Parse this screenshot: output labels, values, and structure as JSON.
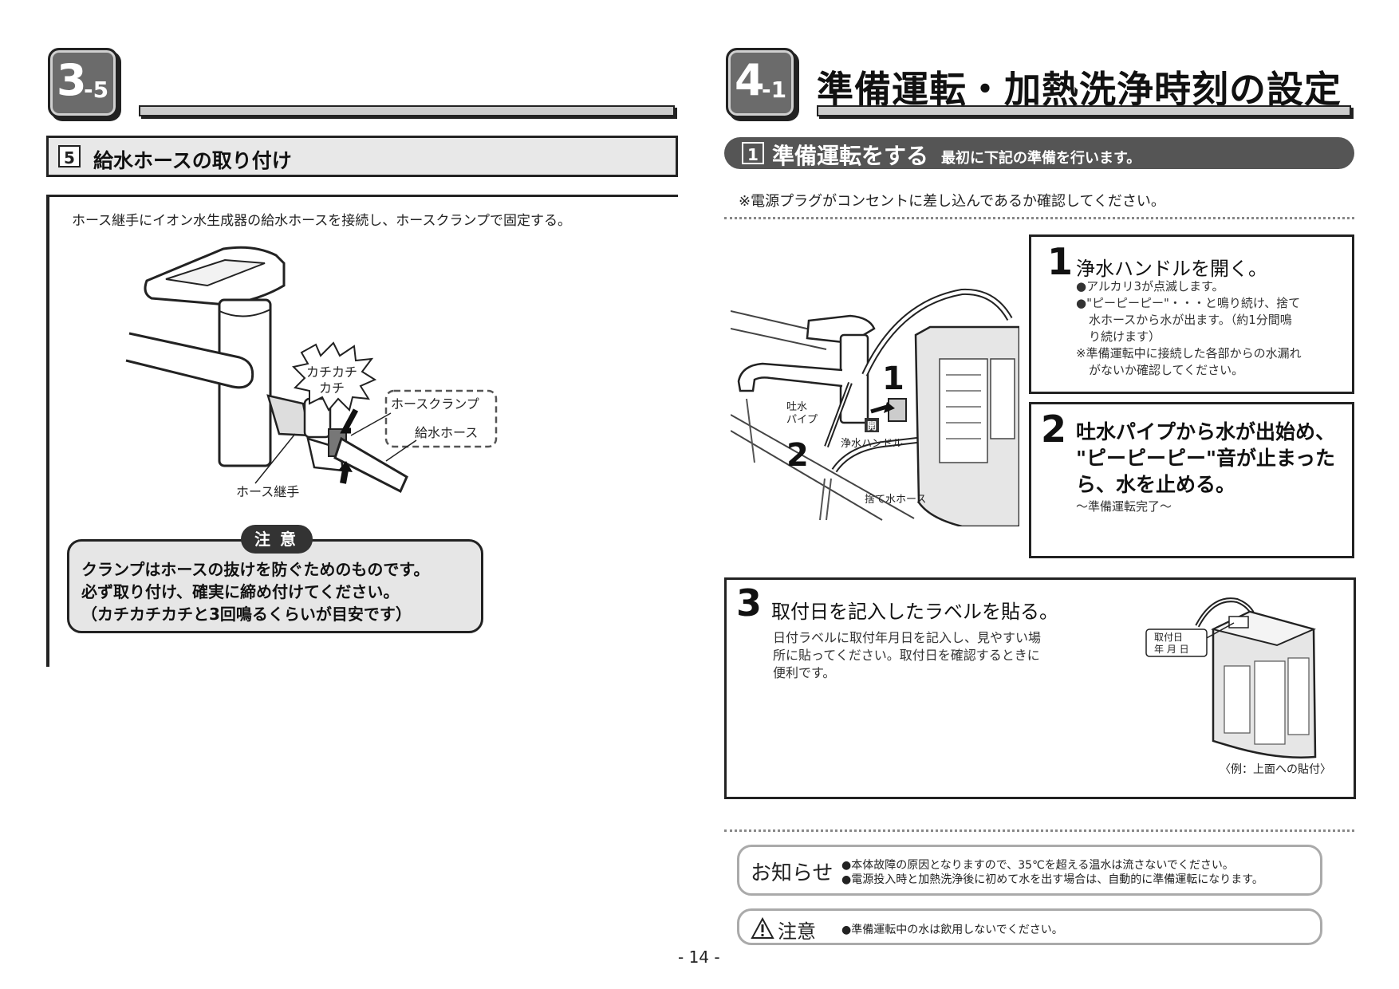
{
  "left": {
    "chapter_main": "3",
    "chapter_sub": "-5",
    "section_number": "5",
    "section_title": "給水ホースの取り付け",
    "instruction": "ホース継手にイオン水生成器の給水ホースを接続し、ホースクランプで固定する。",
    "labels": {
      "click_sound_1": "カチカチ",
      "click_sound_2": "カチ",
      "hose_clamp": "ホースクランプ",
      "supply_hose": "給水ホース",
      "hose_joint": "ホース継手"
    },
    "caution": {
      "tag": "注意",
      "lines": [
        "クランプはホースの抜けを防ぐためのものです。",
        "必ず取り付け、確実に締め付けてください。",
        "（カチカチカチと3回鳴るくらいが目安です）"
      ]
    }
  },
  "right": {
    "chapter_main": "4",
    "chapter_sub": "-1",
    "chapter_title": "準備運転・加熱洗浄時刻の設定",
    "section_number": "1",
    "section_title": "準備運転をする",
    "section_subtitle": "最初に下記の準備を行います。",
    "note": "※電源プラグがコンセントに差し込んであるか確認してください。",
    "diagram_labels": {
      "step1": "1",
      "step2": "2",
      "spout_pipe_1": "吐水",
      "spout_pipe_2": "パイプ",
      "open": "開",
      "purifier_handle": "浄水ハンドル",
      "drain_hose": "捨て水ホース"
    },
    "steps": [
      {
        "number": "1",
        "title": "浄水ハンドルを開く。",
        "bullets": [
          "●アルカリ3が点滅します。",
          "●\"ピーピーピー\"・・・と鳴り続け、捨て",
          "水ホースから水が出ます。（約1分間鳴",
          "り続けます）",
          "※準備運転中に接続した各部からの水漏れ",
          "がないか確認してください。"
        ]
      },
      {
        "number": "2",
        "title_lines": [
          "吐水パイプから水が出始め、",
          "\"ピーピーピー\"音が止まった",
          "ら、水を止める。"
        ],
        "note": "〜準備運転完了〜"
      },
      {
        "number": "3",
        "title": "取付日を記入したラベルを貼る。",
        "desc_lines": [
          "日付ラベルに取付年月日を記入し、見やすい場",
          "所に貼ってください。取付日を確認するときに",
          "便利です。"
        ],
        "label_line1": "取付日",
        "label_line2": "年 月 日",
        "caption": "〈例：上面への貼付〉"
      }
    ],
    "notice": {
      "title": "お知らせ",
      "lines": [
        "●本体故障の原因となりますので、35℃を超える温水は流さないでください。",
        "●電源投入時と加熱洗浄後に初めて水を出す場合は、自動的に準備運転になります。"
      ]
    },
    "caution": {
      "title": "注意",
      "line": "●準備運転中の水は飲用しないでください。"
    }
  },
  "page_number": "- 14 -"
}
